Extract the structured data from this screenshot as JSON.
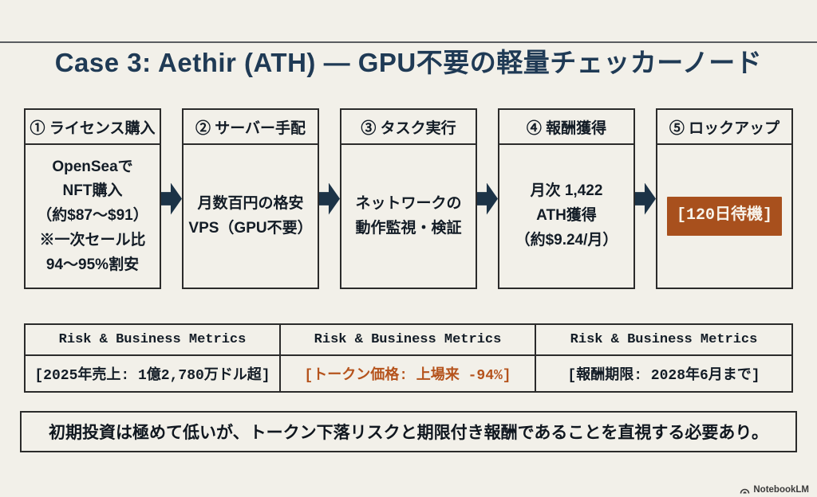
{
  "colors": {
    "background": "#f2f0e9",
    "title": "#1f3a55",
    "text": "#131c26",
    "border": "#2b2b2b",
    "arrow": "#1c3347",
    "badge_bg": "#a8501d",
    "accent_orange": "#b5531c"
  },
  "title": "Case 3: Aethir (ATH) — GPU不要の軽量チェッカーノード",
  "flow": {
    "steps": [
      {
        "header": "① ライセンス購入",
        "body": "OpenSeaで\nNFT購入\n（約$87～$91）\n※一次セール比\n94～95%割安"
      },
      {
        "header": "② サーバー手配",
        "body": "月数百円の格安\nVPS（GPU不要）"
      },
      {
        "header": "③ タスク実行",
        "body": "ネットワークの\n動作監視・検証"
      },
      {
        "header": "④ 報酬獲得",
        "body": "月次 1,422\nATH獲得\n（約$9.24/月）"
      },
      {
        "header": "⑤ ロックアップ",
        "body": "",
        "badge": "[120日待機]"
      }
    ]
  },
  "metrics_table": {
    "headers": [
      "Risk & Business Metrics",
      "Risk & Business Metrics",
      "Risk & Business Metrics"
    ],
    "values": [
      {
        "text": "[2025年売上: 1億2,780万ドル超]",
        "color": "#131c26"
      },
      {
        "text": "[トークン価格: 上場来 -94%]",
        "color": "#b5531c"
      },
      {
        "text": "[報酬期限: 2028年6月まで]",
        "color": "#131c26"
      }
    ]
  },
  "summary": "初期投資は極めて低いが、トークン下落リスクと期限付き報酬であることを直視する必要あり。",
  "watermark": "NotebookLM"
}
